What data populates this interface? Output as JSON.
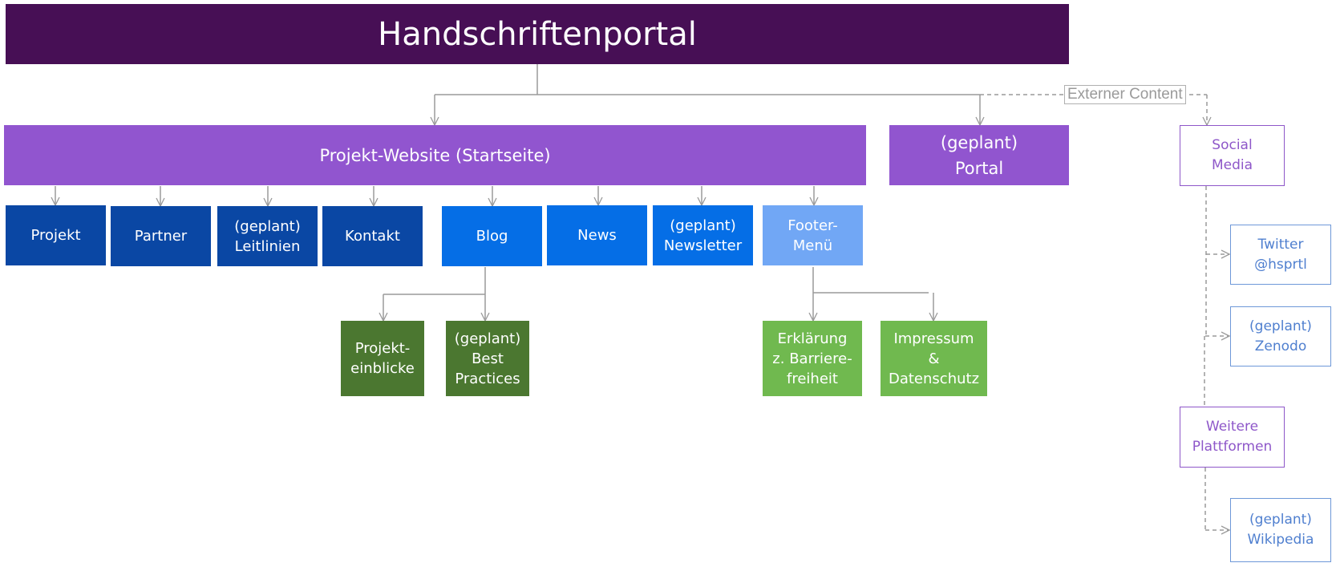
{
  "colors": {
    "title_bg": "#470f55",
    "level1_bg": "#9155cf",
    "dark_blue": "#0a47a4",
    "mid_blue": "#056ee6",
    "light_blue": "#71a7f5",
    "dark_green": "#4b7730",
    "light_green": "#70b94f",
    "connector": "#9a9a9a"
  },
  "title": "Handschriftenportal",
  "level1": {
    "website": "Projekt-Website (Startseite)",
    "portal": "(geplant)\nPortal"
  },
  "external": {
    "label": "Externer Content",
    "social_media": "Social\nMedia",
    "twitter": "Twitter\n@hsprtl",
    "zenodo": "(geplant)\nZenodo",
    "weitere": "Weitere\nPlattformen",
    "wikipedia": "(geplant)\nWikipedia"
  },
  "pages": {
    "projekt": "Projekt",
    "partner": "Partner",
    "leitlinien": "(geplant)\nLeitlinien",
    "kontakt": "Kontakt",
    "blog": "Blog",
    "news": "News",
    "newsletter": "(geplant)\nNewsletter",
    "footer": "Footer-\nMenü"
  },
  "blog_children": {
    "einblicke": "Projekt-\neinblicke",
    "best_practices": "(geplant)\nBest\nPractices"
  },
  "footer_children": {
    "barriere": "Erklärung\nz. Barriere-\nfreiheit",
    "impressum": "Impressum\n&\nDatenschutz"
  }
}
